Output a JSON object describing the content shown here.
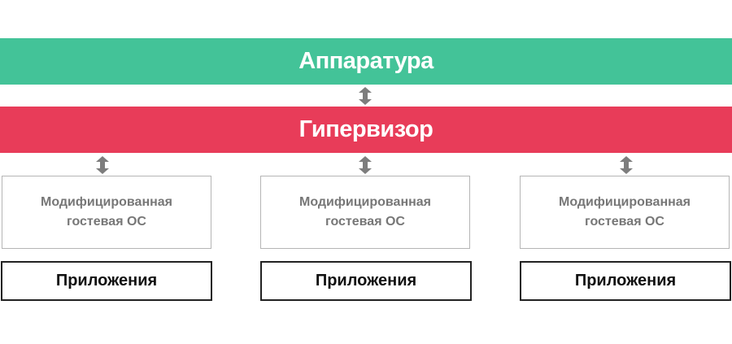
{
  "diagram": {
    "hardware_label": "Аппаратура",
    "hypervisor_label": "Гипервизор",
    "colors": {
      "hardware": "#43c398",
      "hypervisor": "#e83c59",
      "arrow": "#7d7d7d"
    },
    "columns": [
      {
        "os_line1": "Модифицированная",
        "os_line2": "гостевая ОС",
        "apps_label": "Приложения"
      },
      {
        "os_line1": "Модифицированная",
        "os_line2": "гостевая ОС",
        "apps_label": "Приложения"
      },
      {
        "os_line1": "Модифицированная",
        "os_line2": "гостевая ОС",
        "apps_label": "Приложения"
      }
    ]
  }
}
